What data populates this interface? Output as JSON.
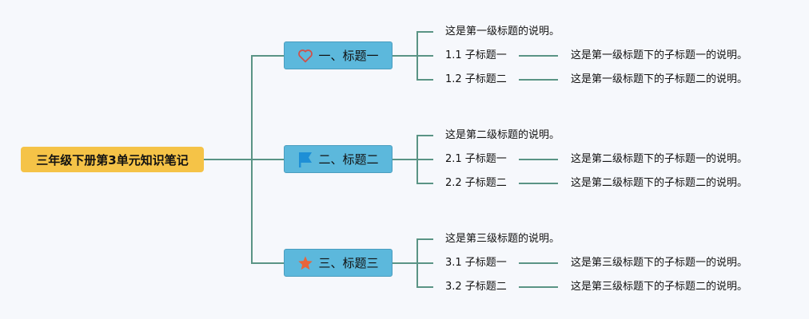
{
  "root": {
    "label": "三年级下册第3单元知识笔记",
    "color": "#f5c347"
  },
  "connector_color": "#5a9485",
  "topics": [
    {
      "label": "一、标题一",
      "icon": "heart-icon",
      "icon_color": "#d0504a",
      "description": "这是第一级标题的说明。",
      "subtopics": [
        {
          "label": "1.1 子标题一",
          "description": "这是第一级标题下的子标题一的说明。"
        },
        {
          "label": "1.2 子标题二",
          "description": "这是第一级标题下的子标题二的说明。"
        }
      ]
    },
    {
      "label": "二、标题二",
      "icon": "flag-icon",
      "icon_color": "#1e8fd6",
      "description": "这是第二级标题的说明。",
      "subtopics": [
        {
          "label": "2.1 子标题一",
          "description": "这是第二级标题下的子标题一的说明。"
        },
        {
          "label": "2.2 子标题二",
          "description": "这是第二级标题下的子标题二的说明。"
        }
      ]
    },
    {
      "label": "三、标题三",
      "icon": "star-icon",
      "icon_color": "#e8643a",
      "description": "这是第三级标题的说明。",
      "subtopics": [
        {
          "label": "3.1 子标题一",
          "description": "这是第三级标题下的子标题一的说明。"
        },
        {
          "label": "3.2 子标题二",
          "description": "这是第三级标题下的子标题二的说明。"
        }
      ]
    }
  ]
}
